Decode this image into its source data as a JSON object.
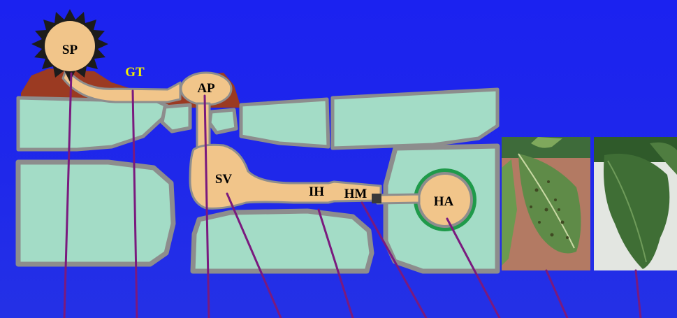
{
  "labels": {
    "sp": "SP",
    "gt": "GT",
    "ap": "AP",
    "sv": "SV",
    "ih": "IH",
    "hm": "HM",
    "ha": "HA"
  },
  "colors": {
    "background": "#1f28ea",
    "cell_fill": "#a3dcc6",
    "cell_wall": "#8d8d8d",
    "fungus": "#f1c58a",
    "spore_dark": "#1c1c1c",
    "lesion_red": "#9b3a22",
    "haustorium_ring": "#1f9a4a",
    "leader_line": "#7a1a7e",
    "gt_label": "#f4f000"
  },
  "photos": {
    "infected_leaf": "photo-infected-soybean-leaf",
    "healthy_leaf": "photo-healthy-soybean-leaf"
  }
}
